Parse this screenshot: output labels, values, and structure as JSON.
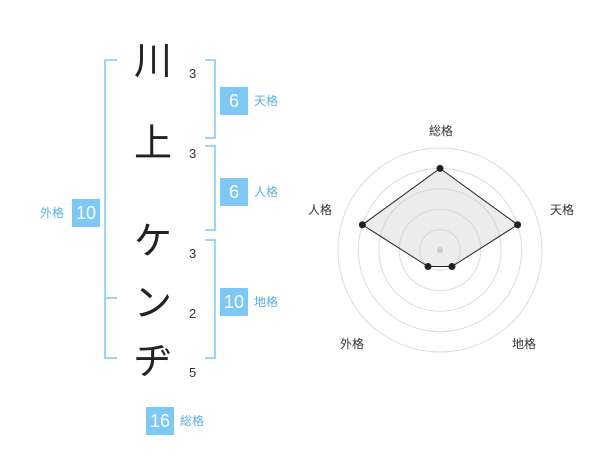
{
  "name": {
    "characters": [
      {
        "char": "川",
        "strokes": "3"
      },
      {
        "char": "上",
        "strokes": "3"
      },
      {
        "char": "ケ",
        "strokes": "3"
      },
      {
        "char": "ン",
        "strokes": "2"
      },
      {
        "char": "ヂ",
        "strokes": "5"
      }
    ]
  },
  "kakusu": {
    "tenkaku": {
      "value": "6",
      "label": "天格"
    },
    "jinkaku": {
      "value": "6",
      "label": "人格"
    },
    "chikaku": {
      "value": "10",
      "label": "地格"
    },
    "gaikaku": {
      "value": "10",
      "label": "外格"
    },
    "soukaku": {
      "value": "16",
      "label": "総格"
    }
  },
  "colors": {
    "accent": "#7ec8f5",
    "label_text": "#5aaee6",
    "bracket": "#7ec8f5"
  },
  "chart_data": {
    "type": "radar",
    "axes": [
      "総格",
      "天格",
      "地格",
      "外格",
      "人格"
    ],
    "values": [
      4,
      4,
      1,
      1,
      4
    ],
    "max": 5,
    "rings": 5,
    "title": ""
  }
}
